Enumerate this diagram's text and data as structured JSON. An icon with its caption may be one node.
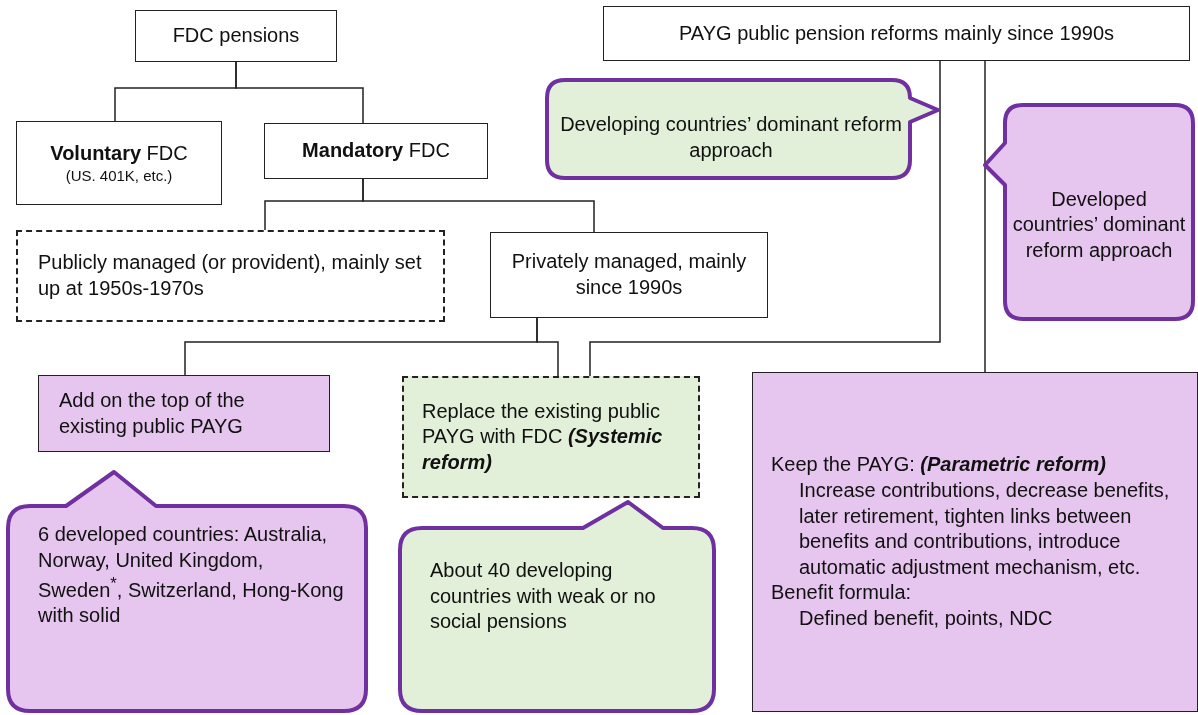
{
  "diagram": {
    "nodes": [
      {
        "text": [
          "FDC pensions"
        ]
      },
      {
        "text": [
          "**Voluntary** FDC",
          "(US. 401K, etc.)"
        ]
      },
      {
        "text": [
          "**Mandatory** FDC"
        ]
      },
      {
        "text": [
          "Publicly managed (or provident), mainly set up at 1950s-1970s"
        ]
      },
      {
        "text": [
          "Privately managed, mainly since 1990s"
        ]
      },
      {
        "text": [
          "PAYG public pension reforms mainly since 1990s"
        ]
      },
      {
        "text": [
          "Developing countries’ dominant reform approach"
        ]
      },
      {
        "text": [
          "Developed countries’ dominant reform approach"
        ]
      },
      {
        "text": [
          "Add on the top of the existing public PAYG"
        ]
      },
      {
        "text": [
          "Replace the existing public PAYG with FDC **(Systemic reform)**"
        ]
      },
      {
        "text": [
          "Keep the PAYG: **(Parametric reform)**",
          "Increase contributions, decrease benefits, later retirement, tighten links between benefits and contributions, introduce automatic adjustment mechanism, etc.",
          "Benefit formula:",
          "Defined benefit, points, NDC"
        ]
      },
      {
        "text": [
          "6 developed countries: Australia, Norway, United Kingdom, Sweden$^{*}$, Switzerland, Hong-Kong with solid"
        ]
      },
      {
        "text": [
          "About 40 developing countries with weak or no social pensions"
        ]
      }
    ],
    "edges": [
      {
        "from": 0,
        "to": 1,
        "arrow": "none"
      },
      {
        "from": 0,
        "to": 2,
        "arrow": "none"
      },
      {
        "from": 2,
        "to": 3,
        "arrow": "none"
      },
      {
        "from": 2,
        "to": 4,
        "arrow": "none"
      },
      {
        "from": 4,
        "to": 8,
        "arrow": "none"
      },
      {
        "from": 4,
        "to": 9,
        "arrow": "none"
      },
      {
        "from": 5,
        "to": 9,
        "arrow": "none"
      },
      {
        "from": 5,
        "to": 10,
        "arrow": "none"
      }
    ]
  }
}
